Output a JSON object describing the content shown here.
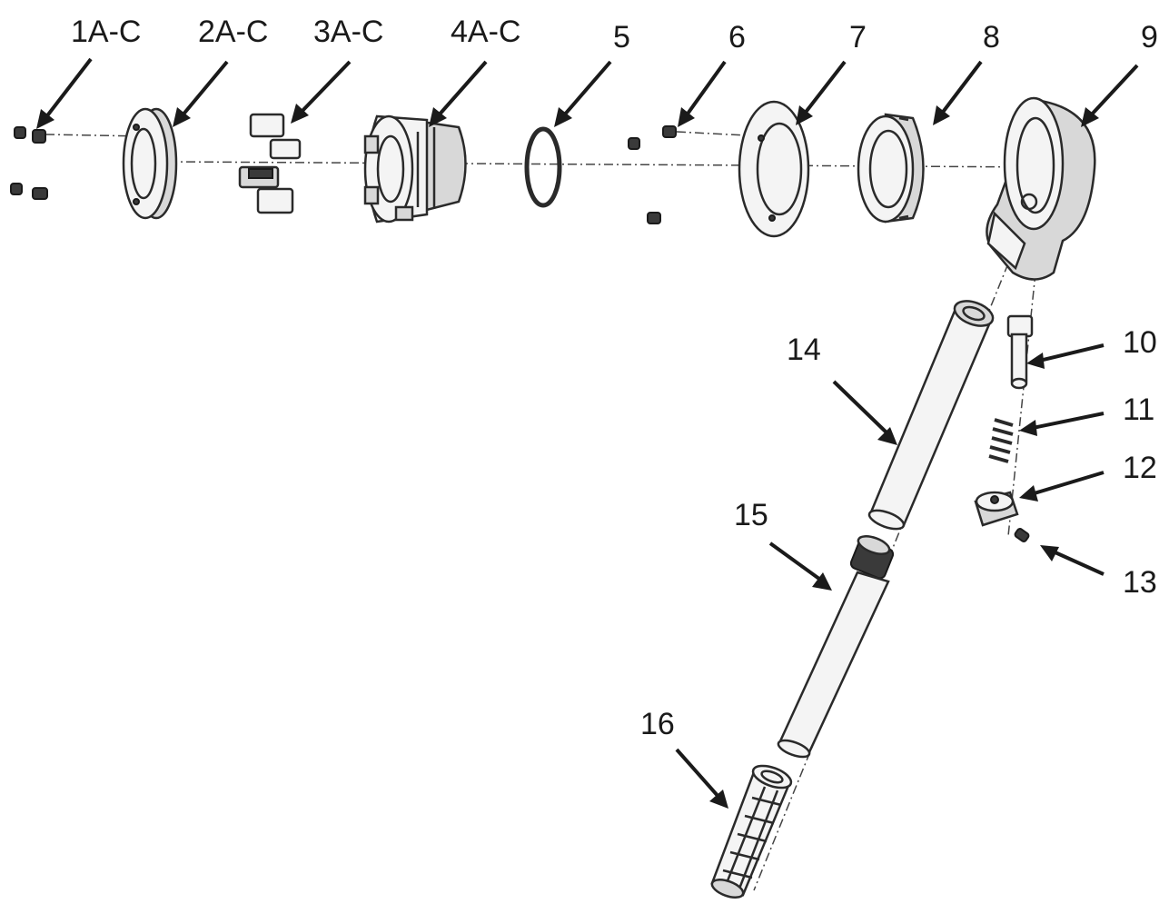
{
  "labels": {
    "p1": "1A-C",
    "p2": "2A-C",
    "p3": "3A-C",
    "p4": "4A-C",
    "p5": "5",
    "p6": "6",
    "p7": "7",
    "p8": "8",
    "p9": "9",
    "p10": "10",
    "p11": "11",
    "p12": "12",
    "p13": "13",
    "p14": "14",
    "p15": "15",
    "p16": "16"
  },
  "colors": {
    "line": "#2a2a2a",
    "fill": "#f4f4f4",
    "shade": "#d8d8d8"
  }
}
